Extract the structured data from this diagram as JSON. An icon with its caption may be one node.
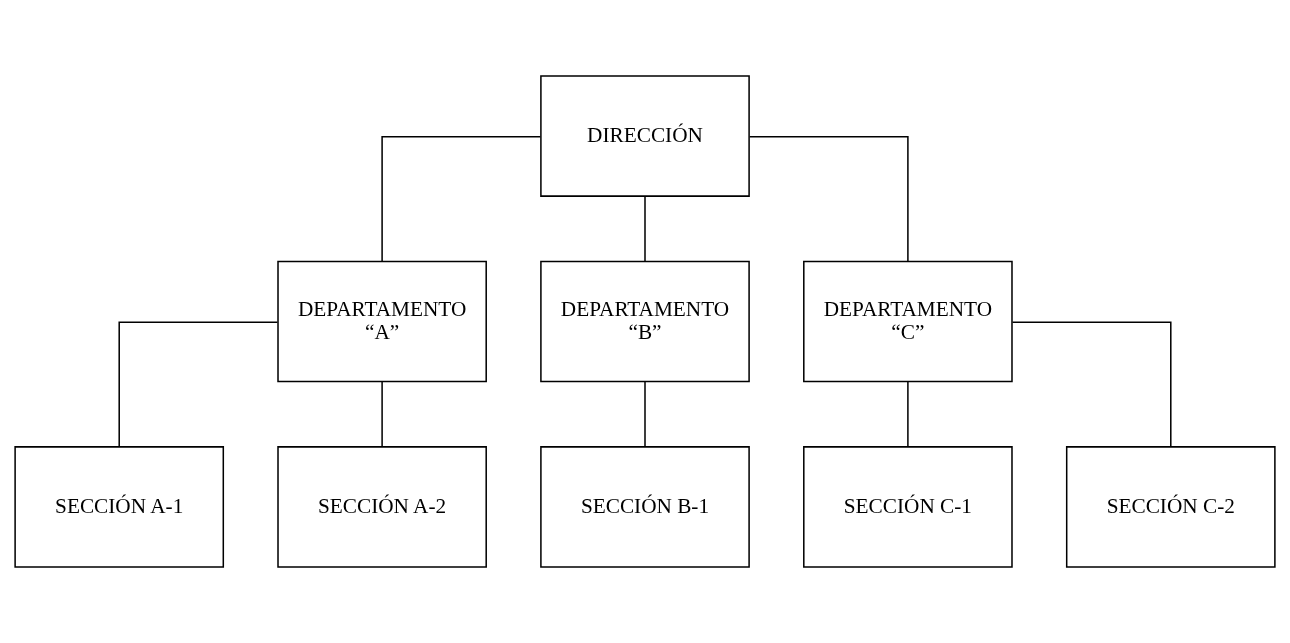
{
  "diagram": {
    "nodes": [
      {
        "text": [
          "DIRECCIÓN"
        ]
      },
      {
        "text": [
          "DEPARTAMENTO “A”"
        ]
      },
      {
        "text": [
          "DEPARTAMENTO “B”"
        ]
      },
      {
        "text": [
          "DEPARTAMENTO “C”"
        ]
      },
      {
        "text": [
          "SECCIÓN A-1"
        ]
      },
      {
        "text": [
          "SECCIÓN A-2"
        ]
      },
      {
        "text": [
          "SECCIÓN B-1"
        ]
      },
      {
        "text": [
          "SECCIÓN C-1"
        ]
      },
      {
        "text": [
          "SECCIÓN C-2"
        ]
      }
    ],
    "edges": [
      {
        "from": 0,
        "to": 1,
        "arrow": "none"
      },
      {
        "from": 0,
        "to": 2,
        "arrow": "none"
      },
      {
        "from": 0,
        "to": 3,
        "arrow": "none"
      },
      {
        "from": 1,
        "to": 4,
        "arrow": "none"
      },
      {
        "from": 1,
        "to": 5,
        "arrow": "none"
      },
      {
        "from": 2,
        "to": 6,
        "arrow": "none"
      },
      {
        "from": 3,
        "to": 7,
        "arrow": "none"
      },
      {
        "from": 3,
        "to": 8,
        "arrow": "none"
      }
    ]
  }
}
